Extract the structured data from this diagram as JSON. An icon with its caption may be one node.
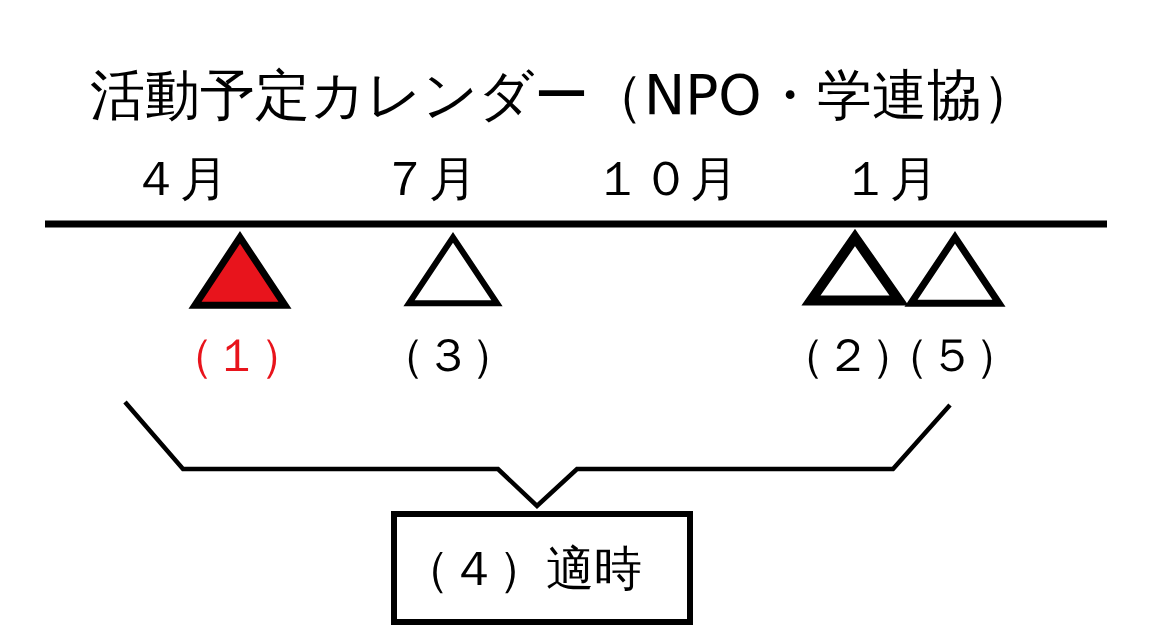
{
  "diagram": {
    "title": "活動予定カレンダー（NPO・学連協）",
    "nodes": [
      {
        "text": [],
        "shape": "triangle",
        "beside": [
          "（１）"
        ]
      },
      {
        "text": [],
        "shape": "triangle",
        "beside": [
          "（３）"
        ]
      },
      {
        "text": [],
        "shape": "triangle",
        "beside": [
          "（２）"
        ]
      },
      {
        "text": [],
        "shape": "triangle",
        "beside": [
          "（５）"
        ]
      },
      {
        "text": [
          "（４）適時"
        ]
      }
    ],
    "labels": [
      "４月",
      "７月",
      "１０月",
      "１月"
    ]
  }
}
